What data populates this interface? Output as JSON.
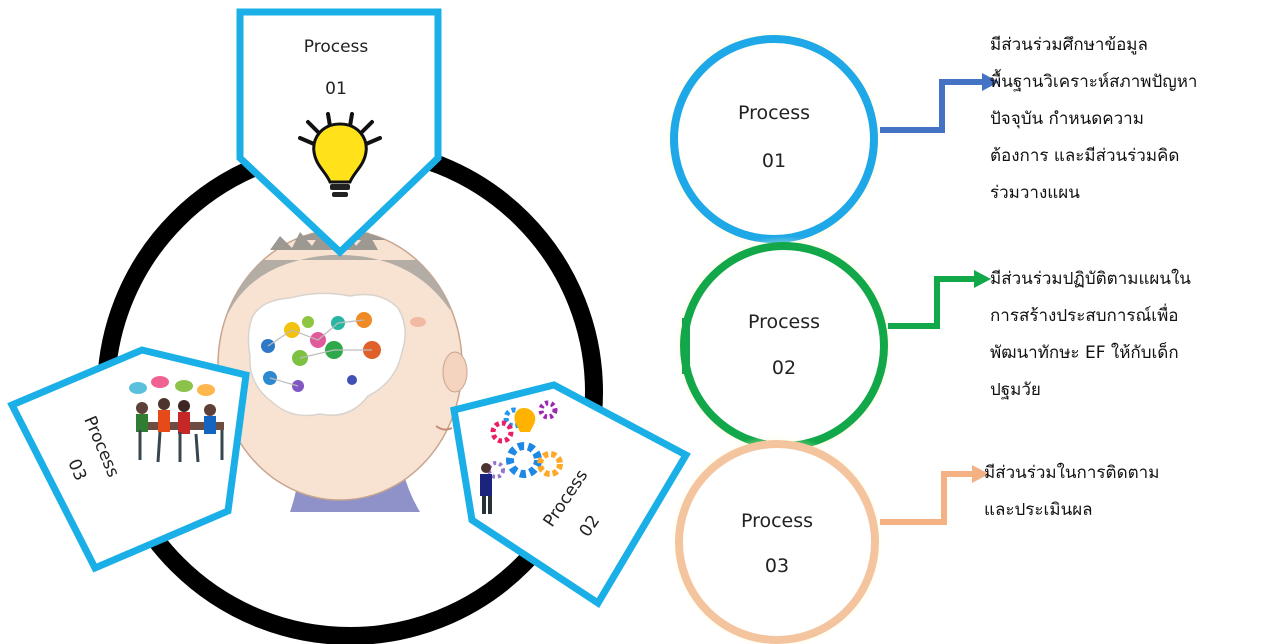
{
  "colors": {
    "accent_blue": "#1AAFE6",
    "process01_circle": "#1FA8E8",
    "process02_circle": "#12A84A",
    "process03_circle": "#F4C49E",
    "arrow01": "#4472C4",
    "arrow02": "#11A84A",
    "arrow03": "#F4B183",
    "glow": "#FFF6A0",
    "big_ring": "#000000"
  },
  "left_graphic": {
    "tag_top": {
      "label": "Process",
      "number": "01",
      "icon": "lightbulb-icon"
    },
    "tag_left": {
      "label": "Process",
      "number": "03",
      "icon": "team-meeting-icon"
    },
    "tag_right": {
      "label": "Process",
      "number": "02",
      "icon": "gears-icon"
    },
    "center_icon": "child-head-with-brain-map-icon"
  },
  "steps": [
    {
      "label": "Process",
      "number": "01",
      "description": [
        "มีส่วนร่วมศึกษาข้อมูล",
        "พื้นฐานวิเคราะห์สภาพปัญหา",
        "ปัจจุบัน กำหนดความ",
        "ต้องการ และมีส่วนร่วมคิด",
        "ร่วมวางแผน"
      ]
    },
    {
      "label": "Process",
      "number": "02",
      "description": [
        "มีส่วนร่วมปฏิบัติตามแผนใน",
        "การสร้างประสบการณ์เพื่อ",
        "พัฒนาทักษะ EF ให้กับเด็ก",
        "ปฐมวัย"
      ]
    },
    {
      "label": "Process",
      "number": "03",
      "description": [
        "มีส่วนร่วมในการติดตาม",
        "และประเมินผล"
      ]
    }
  ]
}
